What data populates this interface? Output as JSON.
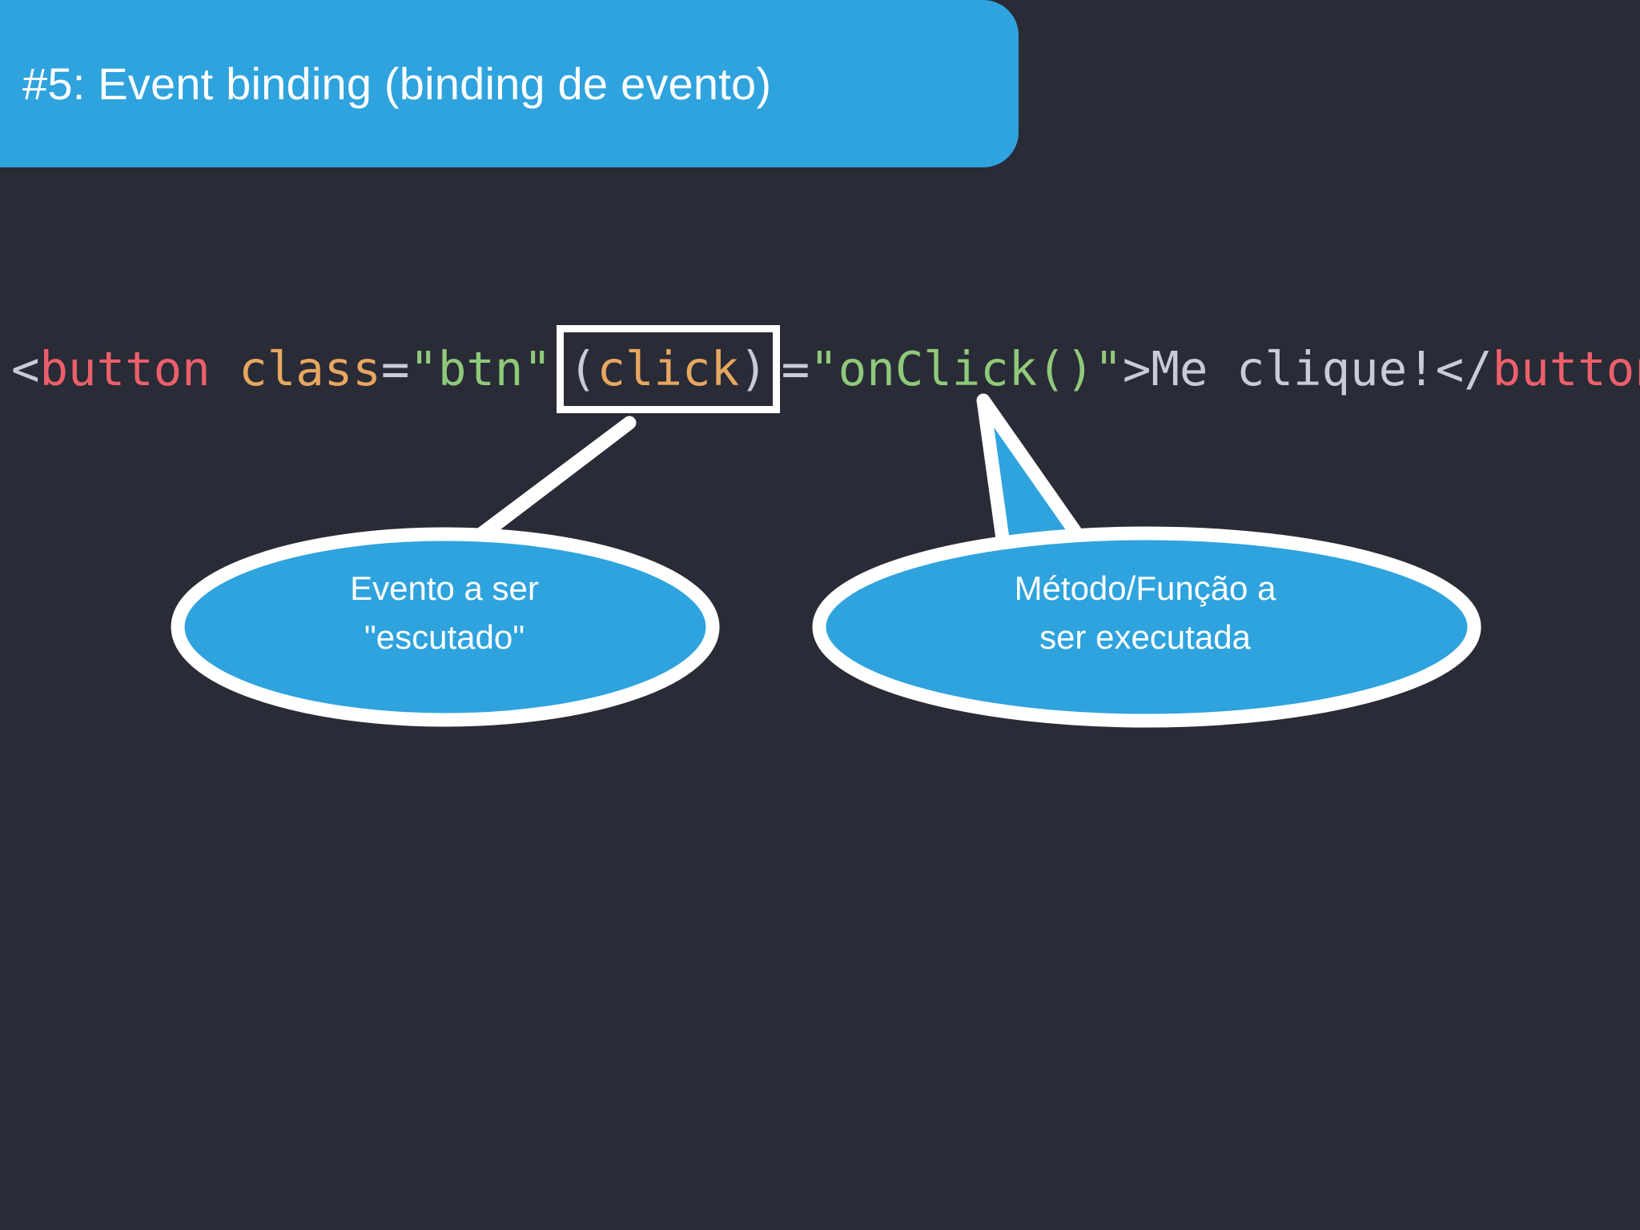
{
  "slide": {
    "background_color": "#292b36",
    "accent_color": "#2fa3dd",
    "outline_color": "#ffffff"
  },
  "title": {
    "text": "#5: Event binding (binding de evento)",
    "banner_color": "#2fa3dd",
    "text_color": "#ffffff"
  },
  "code": {
    "full_text": "<button class=\"btn\" (click)=\"onClick()\">Me clique!</button>",
    "tokens": [
      {
        "text": "<",
        "role": "punctuation",
        "color": "#c6ccd8"
      },
      {
        "text": "button",
        "role": "tag-name",
        "color": "#ed5f6b"
      },
      {
        "text": " ",
        "role": "space",
        "color": "#c6ccd8"
      },
      {
        "text": "class",
        "role": "attribute",
        "color": "#e8a760"
      },
      {
        "text": "=",
        "role": "punctuation",
        "color": "#c6ccd8"
      },
      {
        "text": "\"btn\"",
        "role": "string",
        "color": "#8fc97a"
      },
      {
        "text": "(",
        "role": "punctuation",
        "color": "#c6ccd8"
      },
      {
        "text": "click",
        "role": "attribute",
        "color": "#e8a760"
      },
      {
        "text": ")",
        "role": "punctuation",
        "color": "#c6ccd8"
      },
      {
        "text": "=",
        "role": "punctuation",
        "color": "#c6ccd8"
      },
      {
        "text": "\"onClick()\"",
        "role": "string",
        "color": "#8fc97a"
      },
      {
        "text": ">Me clique!</",
        "role": "text",
        "color": "#c6ccd8"
      },
      {
        "text": "button",
        "role": "tag-name",
        "color": "#ed5f6b"
      },
      {
        "text": ">",
        "role": "punctuation",
        "color": "#c6ccd8"
      }
    ],
    "highlighted_fragment": "(click)",
    "highlight_border_color": "#ffffff"
  },
  "callouts": [
    {
      "id": "event-callout",
      "label": "Evento a ser\n\"escutado\"",
      "fill_color": "#2fa3dd",
      "stroke_color": "#ffffff",
      "points_to": "(click)"
    },
    {
      "id": "handler-callout",
      "label": "Método/Função a\nser executada",
      "fill_color": "#2fa3dd",
      "stroke_color": "#ffffff",
      "points_to": "\"onClick()\""
    }
  ]
}
